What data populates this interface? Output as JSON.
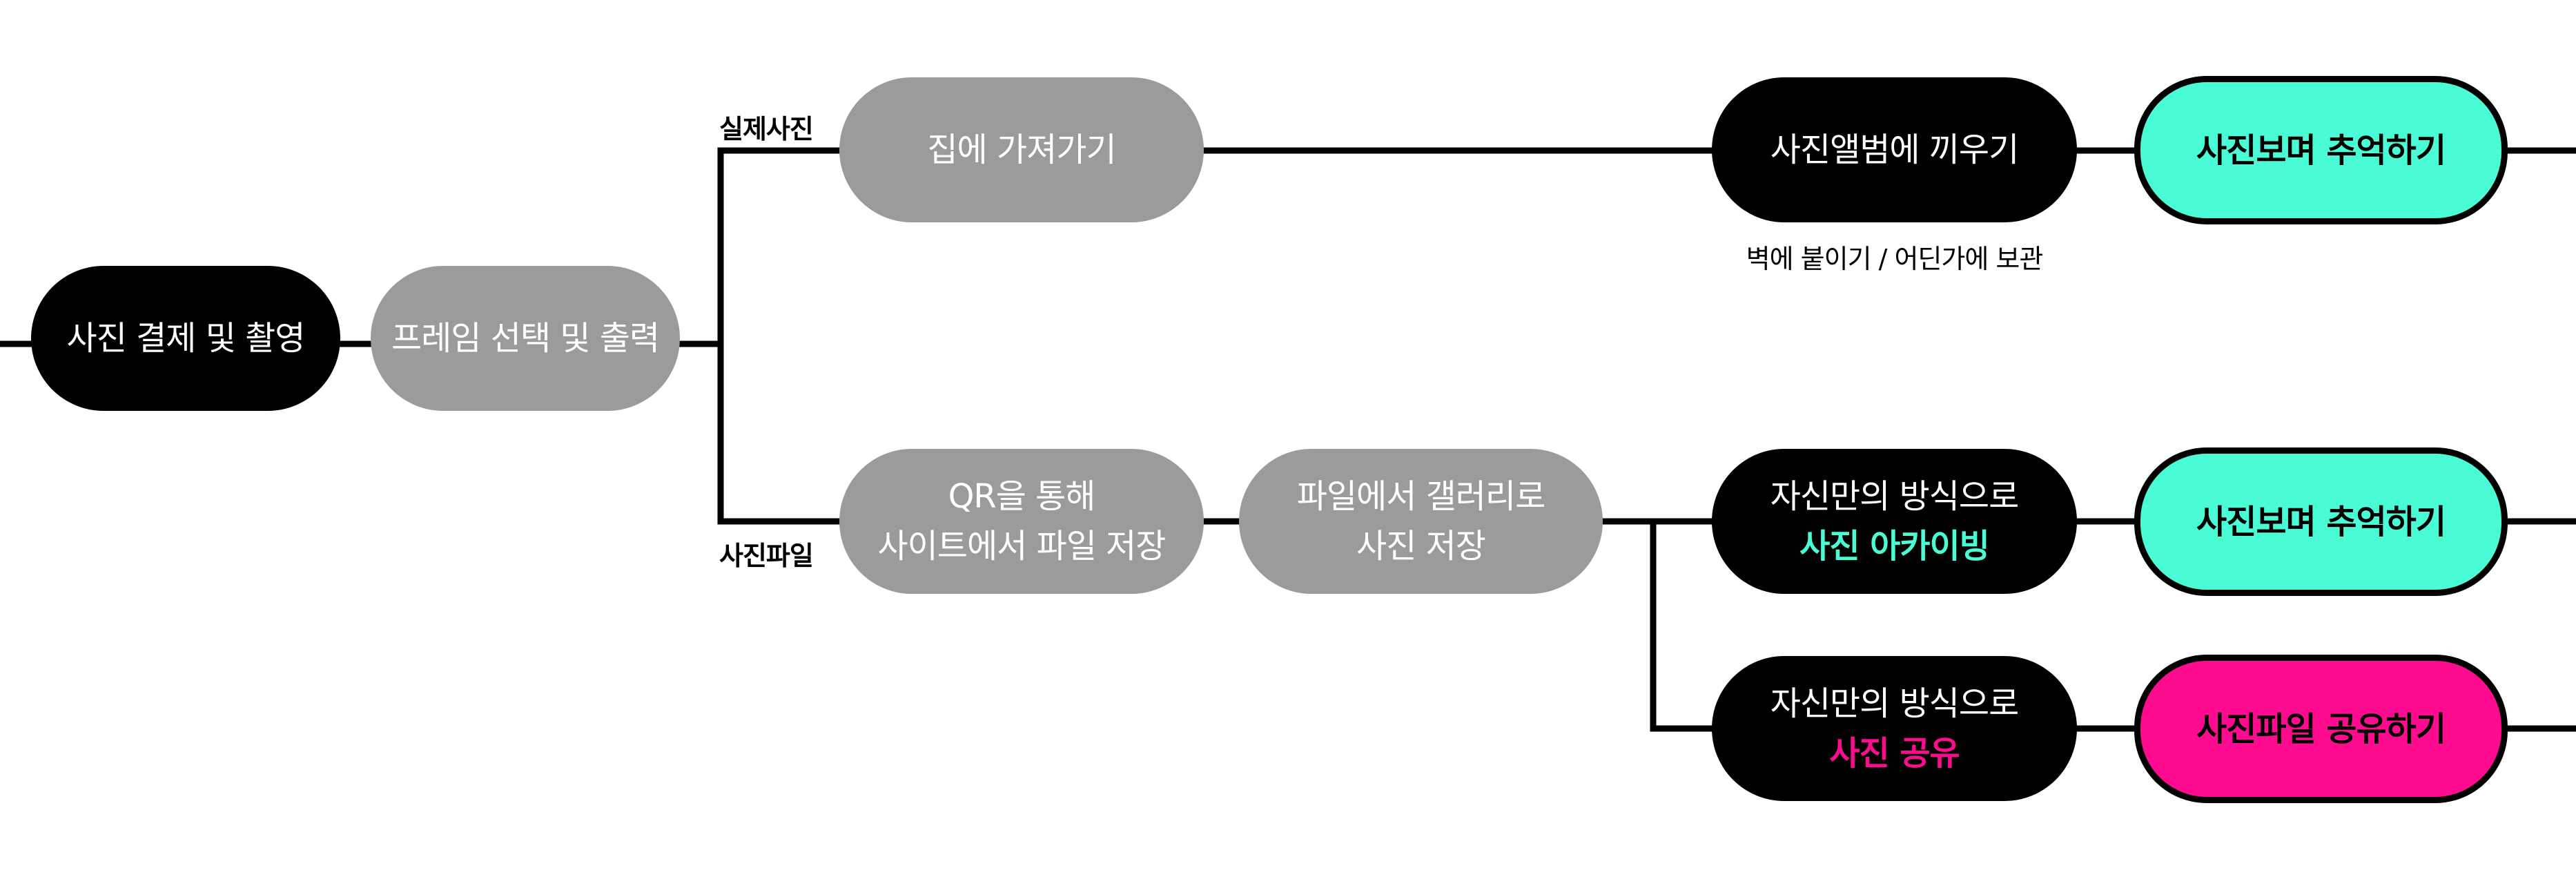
{
  "colors": {
    "black_node": "#000000",
    "gray_node": "#9b9b9b",
    "mint_node": "#4afcd6",
    "pink_node": "#ff0b8f",
    "archive_highlight": "#4afcd6",
    "share_highlight": "#ff0b8f",
    "connector": "#000000"
  },
  "nodes": {
    "pay_shoot": "사진 결제 및 촬영",
    "frame_print": "프레임 선택 및 출력",
    "take_home": "집에 가져가기",
    "album": "사진앨범에 끼우기",
    "memory_top": "사진보며 추억하기",
    "qr_line1": "QR을 통해",
    "qr_line2": "사이트에서 파일 저장",
    "gallery_line1": "파일에서 갤러리로",
    "gallery_line2": "사진 저장",
    "archive_line1": "자신만의 방식으로",
    "archive_line2": "사진 아카이빙",
    "memory_mid": "사진보며 추억하기",
    "share_line1": "자신만의 방식으로",
    "share_line2": "사진 공유",
    "share_file": "사진파일 공유하기"
  },
  "labels": {
    "real_photo": "실제사진",
    "photo_file": "사진파일",
    "album_note": "벽에 붙이기 / 어딘가에 보관"
  }
}
